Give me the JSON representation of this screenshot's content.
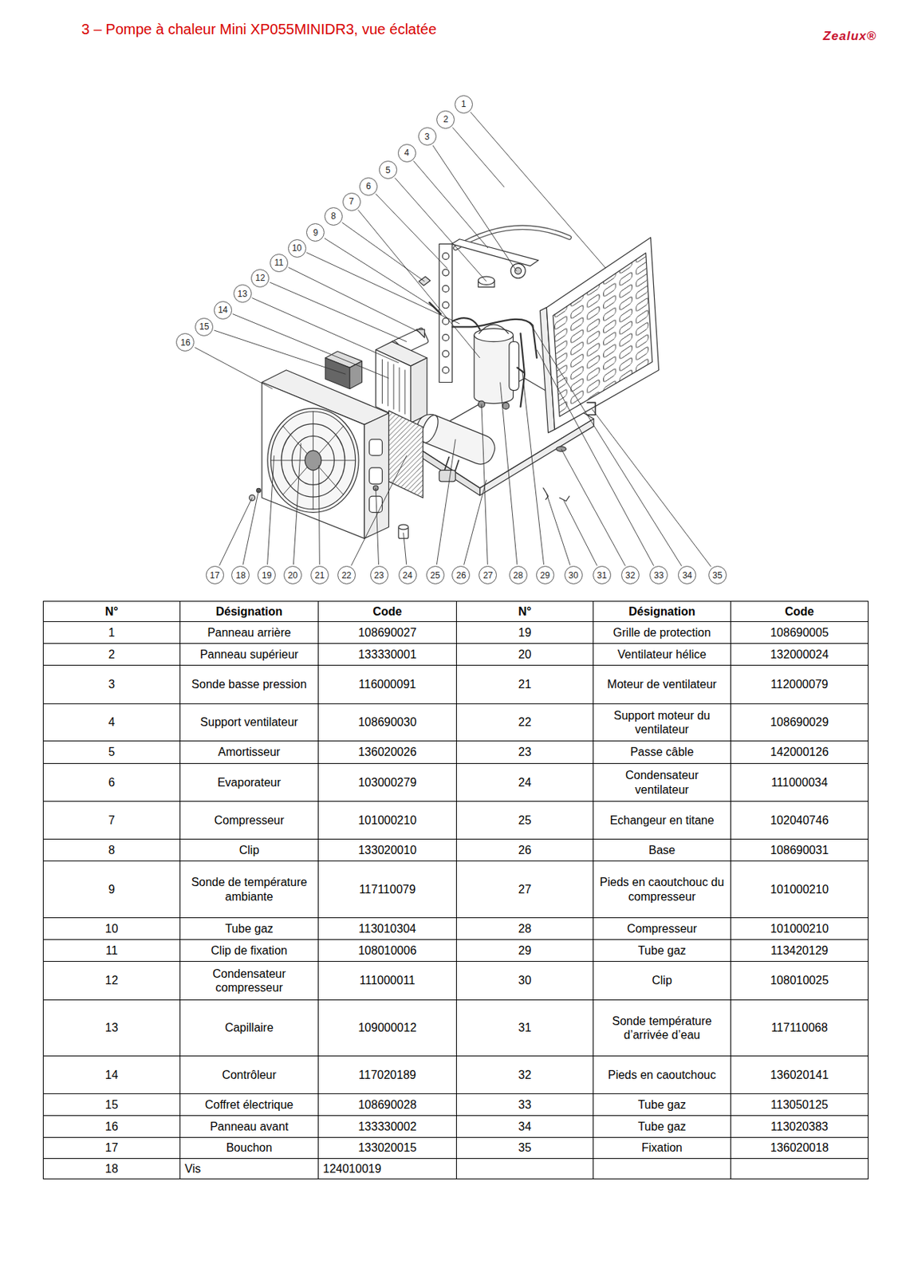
{
  "diagram": {
    "title": "3 – Pompe à chaleur Mini XP055MINIDR3, vue éclatée",
    "nodes": [
      {
        "text": [
          "1"
        ]
      },
      {
        "text": [
          "2"
        ]
      },
      {
        "text": [
          "3"
        ]
      },
      {
        "text": [
          "4"
        ]
      },
      {
        "text": [
          "5"
        ]
      },
      {
        "text": [
          "6"
        ]
      },
      {
        "text": [
          "7"
        ]
      },
      {
        "text": [
          "8"
        ]
      },
      {
        "text": [
          "9"
        ]
      },
      {
        "text": [
          "10"
        ]
      },
      {
        "text": [
          "11"
        ]
      },
      {
        "text": [
          "12"
        ]
      },
      {
        "text": [
          "13"
        ]
      },
      {
        "text": [
          "14"
        ]
      },
      {
        "text": [
          "15"
        ]
      },
      {
        "text": [
          "16"
        ]
      },
      {
        "text": [
          "17"
        ]
      },
      {
        "text": [
          "18"
        ]
      },
      {
        "text": [
          "19"
        ]
      },
      {
        "text": [
          "20"
        ]
      },
      {
        "text": [
          "21"
        ]
      },
      {
        "text": [
          "22"
        ]
      },
      {
        "text": [
          "23"
        ]
      },
      {
        "text": [
          "24"
        ]
      },
      {
        "text": [
          "25"
        ]
      },
      {
        "text": [
          "26"
        ]
      },
      {
        "text": [
          "27"
        ]
      },
      {
        "text": [
          "28"
        ]
      },
      {
        "text": [
          "29"
        ]
      },
      {
        "text": [
          "30"
        ]
      },
      {
        "text": [
          "31"
        ]
      },
      {
        "text": [
          "32"
        ]
      },
      {
        "text": [
          "33"
        ]
      },
      {
        "text": [
          "34"
        ]
      },
      {
        "text": [
          "35"
        ]
      }
    ],
    "labels": [
      "Zealux®",
      "N°",
      "Désignation",
      "Code",
      "N°",
      "Désignation",
      "Code",
      "1",
      "Panneau arrière",
      "108690027",
      "19",
      "Grille de protection",
      "108690005",
      "2",
      "Panneau supérieur",
      "133330001",
      "20",
      "Ventilateur hélice",
      "132000024",
      "3",
      "Sonde basse pression",
      "116000091",
      "21",
      "Moteur de ventilateur",
      "112000079",
      "4",
      "Support ventilateur",
      "108690030",
      "22",
      "Support moteur du ventilateur",
      "108690029",
      "5",
      "Amortisseur",
      "136020026",
      "23",
      "Passe câble",
      "142000126",
      "6",
      "Evaporateur",
      "103000279",
      "24",
      "Condensateur ventilateur",
      "111000034",
      "7",
      "Compresseur",
      "101000210",
      "25",
      "Echangeur en titane",
      "102040746",
      "8",
      "Clip",
      "133020010",
      "26",
      "Base",
      "108690031",
      "9",
      "Sonde de température ambiante",
      "117110079",
      "27",
      "Pieds en caoutchouc du compresseur",
      "101000210",
      "10",
      "Tube gaz",
      "113010304",
      "28",
      "Compresseur",
      "101000210",
      "11",
      "Clip de fixation",
      "108010006",
      "29",
      "Tube gaz",
      "113420129",
      "12",
      "Condensateur compresseur",
      "111000011",
      "30",
      "Clip",
      "108010025",
      "13",
      "Capillaire",
      "109000012",
      "31",
      "Sonde température d’arrivée d’eau",
      "117110068",
      "14",
      "Contrôleur",
      "117020189",
      "32",
      "Pieds en caoutchouc",
      "136020141",
      "15",
      "Coffret électrique",
      "108690028",
      "33",
      "Tube gaz",
      "113050125",
      "16",
      "Panneau avant",
      "133330002",
      "34",
      "Tube gaz",
      "113020383",
      "17",
      "Bouchon",
      "133020015",
      "35",
      "Fixation",
      "136020018",
      "18",
      "Vis",
      "124010019"
    ]
  }
}
